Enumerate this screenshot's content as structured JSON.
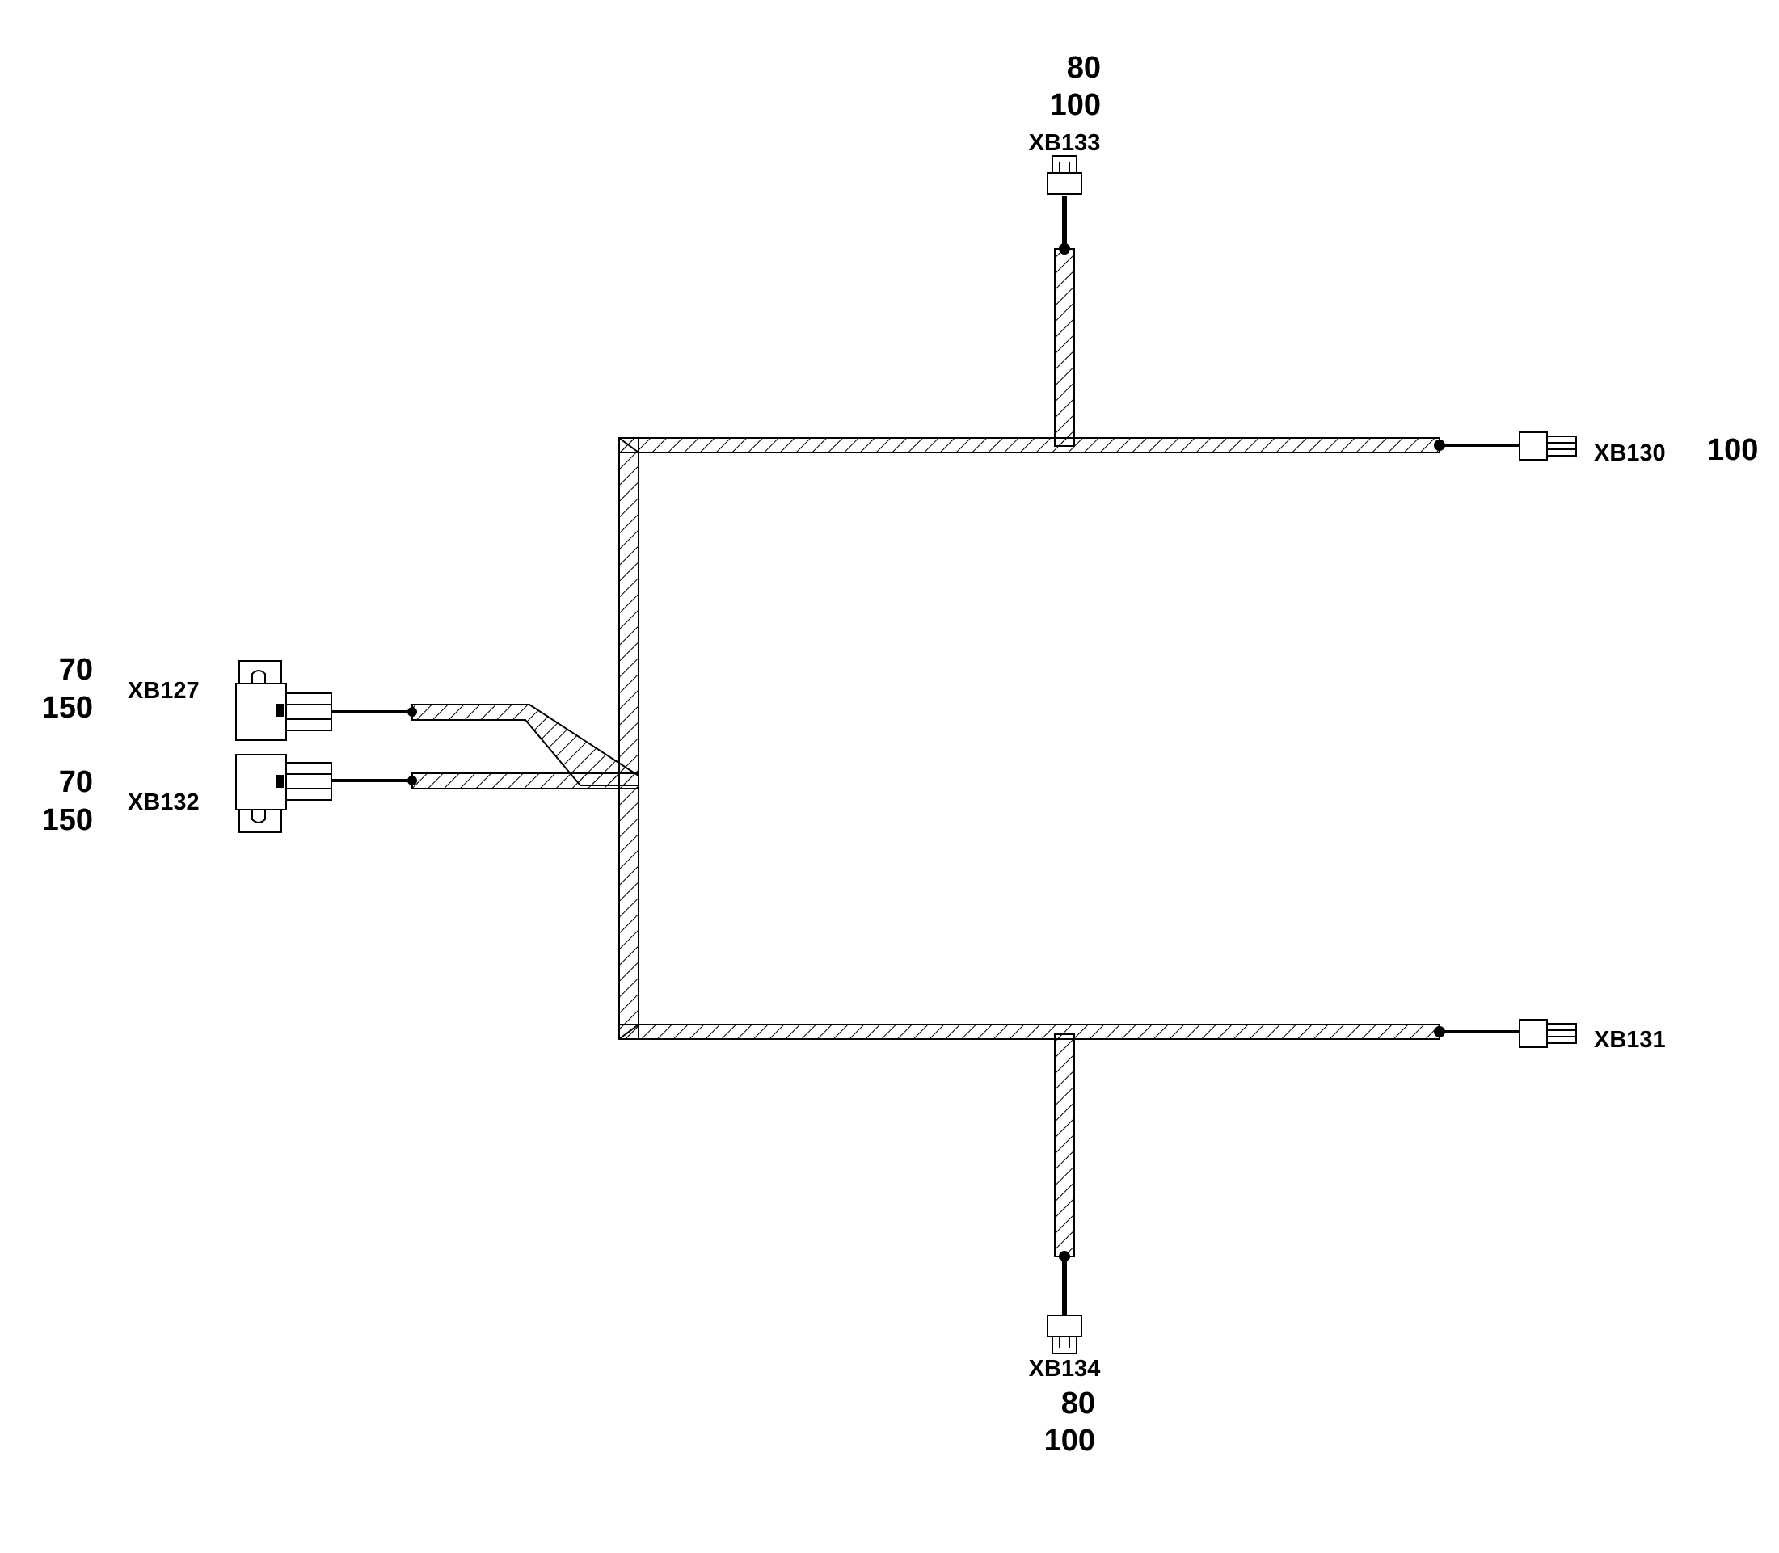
{
  "harness": {
    "connectors": [
      {
        "id": "XB133",
        "lengths": [
          "80",
          "100"
        ]
      },
      {
        "id": "XB130",
        "lengths": [
          "100"
        ]
      },
      {
        "id": "XB131",
        "lengths": []
      },
      {
        "id": "XB134",
        "lengths": [
          "80",
          "100"
        ]
      },
      {
        "id": "XB127",
        "lengths": [
          "70",
          "150"
        ]
      },
      {
        "id": "XB132",
        "lengths": [
          "70",
          "150"
        ]
      }
    ]
  },
  "colors": {
    "line": "#000000",
    "background": "#ffffff"
  }
}
